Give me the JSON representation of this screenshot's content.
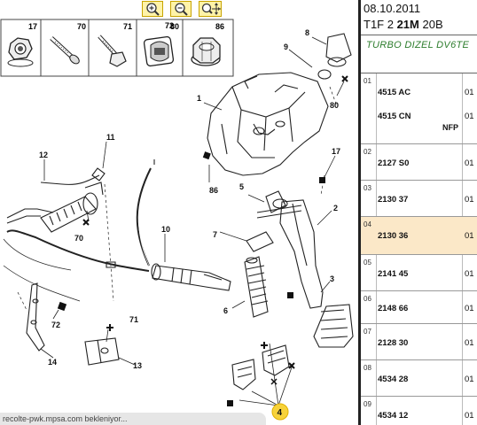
{
  "toolbar": {
    "zoom_in_icon": "zoom-in-icon",
    "zoom_out_icon": "zoom-out-icon",
    "zoom_move_icon": "zoom-move-icon"
  },
  "legend_items": [
    {
      "num": "17"
    },
    {
      "num": "70"
    },
    {
      "num": "71"
    },
    {
      "num": "80"
    },
    {
      "num": "72"
    },
    {
      "num": "86"
    }
  ],
  "callouts": {
    "c1": "1",
    "c2": "2",
    "c3": "3",
    "c4": "4",
    "c5": "5",
    "c6": "6",
    "c7": "7",
    "c8": "8",
    "c9": "9",
    "c10": "10",
    "c11": "11",
    "c12": "12",
    "c13": "13",
    "c14": "14",
    "c17": "17",
    "c70": "70",
    "c71": "71",
    "c72": "72",
    "c80": "80",
    "c86": "86"
  },
  "status_text": "recolte-pwk.mpsa.com bekleniyor...",
  "header": {
    "date": "08.10.2011",
    "code_prefix": "T1F 2 ",
    "code_bold": "21M",
    "code_suffix": " 20B",
    "description": "TURBO DIZEL DV6TE"
  },
  "parts": [
    {
      "group": "01",
      "ref": "4515 AC",
      "qty": "01"
    },
    {
      "group": "",
      "ref": "4515 CN",
      "qty": "01",
      "note": "NFP"
    },
    {
      "group": "02",
      "ref": "2127 S0",
      "qty": "01"
    },
    {
      "group": "03",
      "ref": "2130 37",
      "qty": "01"
    },
    {
      "group": "04",
      "ref": "2130 36",
      "qty": "01"
    },
    {
      "group": "05",
      "ref": "2141 45",
      "qty": "01"
    },
    {
      "group": "06",
      "ref": "2148 66",
      "qty": "01"
    },
    {
      "group": "07",
      "ref": "2128 30",
      "qty": "01"
    },
    {
      "group": "08",
      "ref": "4534 28",
      "qty": "01"
    },
    {
      "group": "09",
      "ref": "4534 12",
      "qty": "01"
    }
  ],
  "colors": {
    "selected_row": "#fbe8c8",
    "description_green": "#2d7d2d",
    "callout_highlight": "#f5c400"
  }
}
